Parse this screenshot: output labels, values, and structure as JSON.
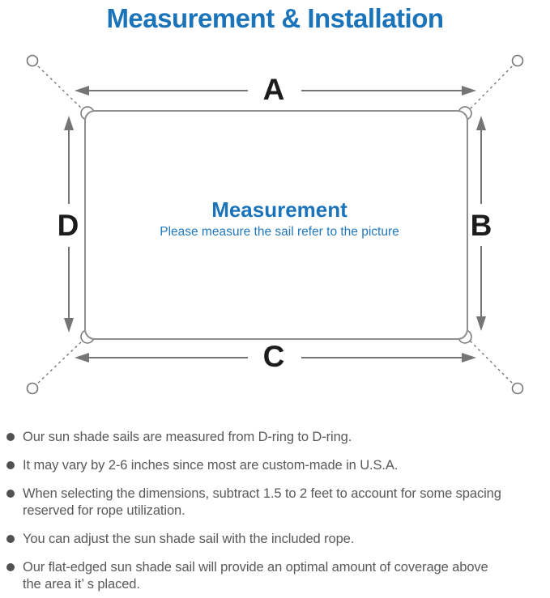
{
  "title": "Measurement & Installation",
  "colors": {
    "accent-blue": "#1b74ba",
    "subtitle-blue": "#2279be",
    "label-black": "#1c1c1c",
    "line-gray": "#757575",
    "sail-stroke": "#8f8f8f",
    "note-text": "#58595b",
    "bullet-dot": "#515151"
  },
  "diagram": {
    "side_labels": {
      "top": "A",
      "right": "B",
      "bottom": "C",
      "left": "D"
    },
    "center": {
      "heading": "Measurement",
      "subtitle": "Please measure the sail refer to the picture"
    }
  },
  "notes": {
    "items": [
      "Our sun shade sails are measured from D-ring to D-ring.",
      "It may vary by 2-6 inches since most are custom-made in U.S.A.",
      "When selecting the dimensions, subtract 1.5 to 2 feet to account for some spacing\nreserved for rope utilization.",
      "You can adjust the sun shade sail with the included rope.",
      "Our flat-edged sun shade sail will provide an optimal amount of coverage above\nthe area it’ s placed."
    ]
  }
}
